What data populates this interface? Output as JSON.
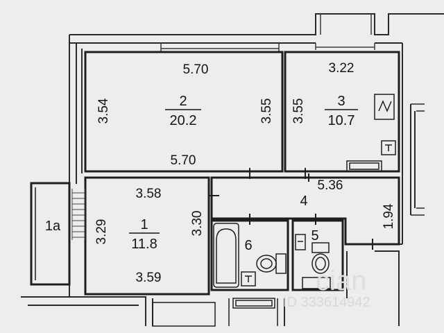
{
  "rooms": [
    {
      "id": "1a",
      "number": "1a",
      "area": ""
    },
    {
      "id": "1",
      "number": "1",
      "area": "11.8"
    },
    {
      "id": "2",
      "number": "2",
      "area": "20.2"
    },
    {
      "id": "3",
      "number": "3",
      "area": "10.7"
    },
    {
      "id": "4",
      "number": "4",
      "area": ""
    },
    {
      "id": "5",
      "number": "5",
      "area": ""
    },
    {
      "id": "6",
      "number": "6",
      "area": ""
    }
  ],
  "dimensions": {
    "room2_top": "5.70",
    "room2_left": "3.54",
    "room2_right": "3.55",
    "room2_bottom": "5.70",
    "room3_top": "3.22",
    "room3_left": "3.55",
    "room1_top": "3.58",
    "room1_left": "3.29",
    "room1_right": "3.30",
    "room1_bottom": "3.59",
    "hall_top": "5.36",
    "hall_right": "1.94"
  },
  "watermark": {
    "brand": "cian",
    "id": "ID 333614942"
  }
}
